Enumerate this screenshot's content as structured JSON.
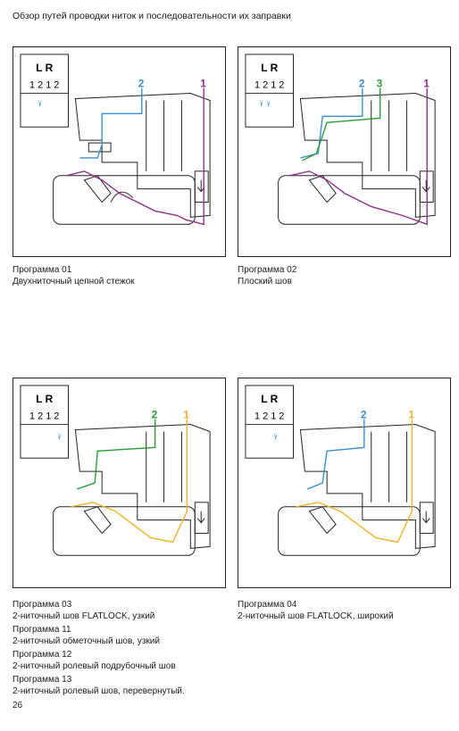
{
  "page_title": "Обзор путей проводки ниток и последовательности их заправки",
  "panels": [
    {
      "lr": "L R",
      "digits": "1 2 1 2",
      "thread_labels": [
        {
          "text": "2",
          "color": "#3a8fd0"
        },
        {
          "text": "1",
          "color": "#8e2f8e"
        }
      ],
      "caption": [
        "Программа 01",
        "Двухниточный цепной стежок"
      ]
    },
    {
      "lr": "L R",
      "digits": "1 2 1 2",
      "thread_labels": [
        {
          "text": "2",
          "color": "#3a8fd0"
        },
        {
          "text": "3",
          "color": "#2a9a3a"
        },
        {
          "text": "1",
          "color": "#8e2f8e"
        }
      ],
      "caption": [
        "Программа 02",
        "Плоский шов"
      ]
    },
    {
      "lr": "L R",
      "digits": "1 2 1 2",
      "thread_labels": [
        {
          "text": "2",
          "color": "#2a9a3a"
        },
        {
          "text": "1",
          "color": "#f0b12a"
        }
      ],
      "caption": [
        "Программа 03",
        "2-ниточный шов FLATLOCK, узкий",
        "Программа 11",
        "2-ниточный обметочный шов, узкий",
        "Программа 12",
        "2-ниточный ролевый подрубочный шов",
        "Программа 13",
        "2-ниточный ролевый шов, перевернутый."
      ]
    },
    {
      "lr": "L R",
      "digits": "1 2 1 2",
      "thread_labels": [
        {
          "text": "2",
          "color": "#3a8fd0"
        },
        {
          "text": "1",
          "color": "#f0b12a"
        }
      ],
      "caption": [
        "Программа 04",
        "2-ниточный шов FLATLOCK, широкий"
      ]
    }
  ],
  "page_number": "26"
}
